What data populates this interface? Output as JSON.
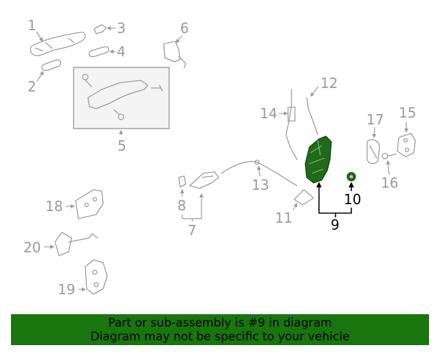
{
  "callouts": {
    "c1": "1",
    "c2": "2",
    "c3": "3",
    "c4": "4",
    "c5": "5",
    "c6": "6",
    "c7": "7",
    "c8": "8",
    "c9": "9",
    "c10": "10",
    "c11": "11",
    "c12": "12",
    "c13": "13",
    "c14": "14",
    "c15": "15",
    "c16": "16",
    "c17": "17",
    "c18": "18",
    "c19": "19",
    "c20": "20"
  },
  "highlighted_part": "9",
  "colors": {
    "highlight_part": "#1f6b1a",
    "banner_background": "#19750e",
    "callout_gray": "#9a9a9a"
  },
  "banner": {
    "line1": "Part or sub-assembly is #9 in diagram",
    "line2": "Diagram may not be specific to your vehicle"
  }
}
